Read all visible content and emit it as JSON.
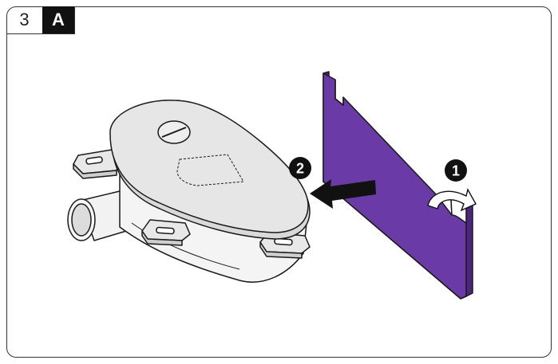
{
  "step": {
    "number": "3",
    "variant": "A"
  },
  "callouts": [
    {
      "label": "1"
    },
    {
      "label": "2"
    }
  ],
  "colors": {
    "strip": "#6a3aa6",
    "strip_dark": "#4d2480",
    "cover": "#e6e6e6",
    "outline": "#1a1a1a",
    "badge": "#111111"
  },
  "icons": {
    "arrow_push": "arrow-left-icon",
    "arrow_peel": "curved-arrow-icon"
  }
}
